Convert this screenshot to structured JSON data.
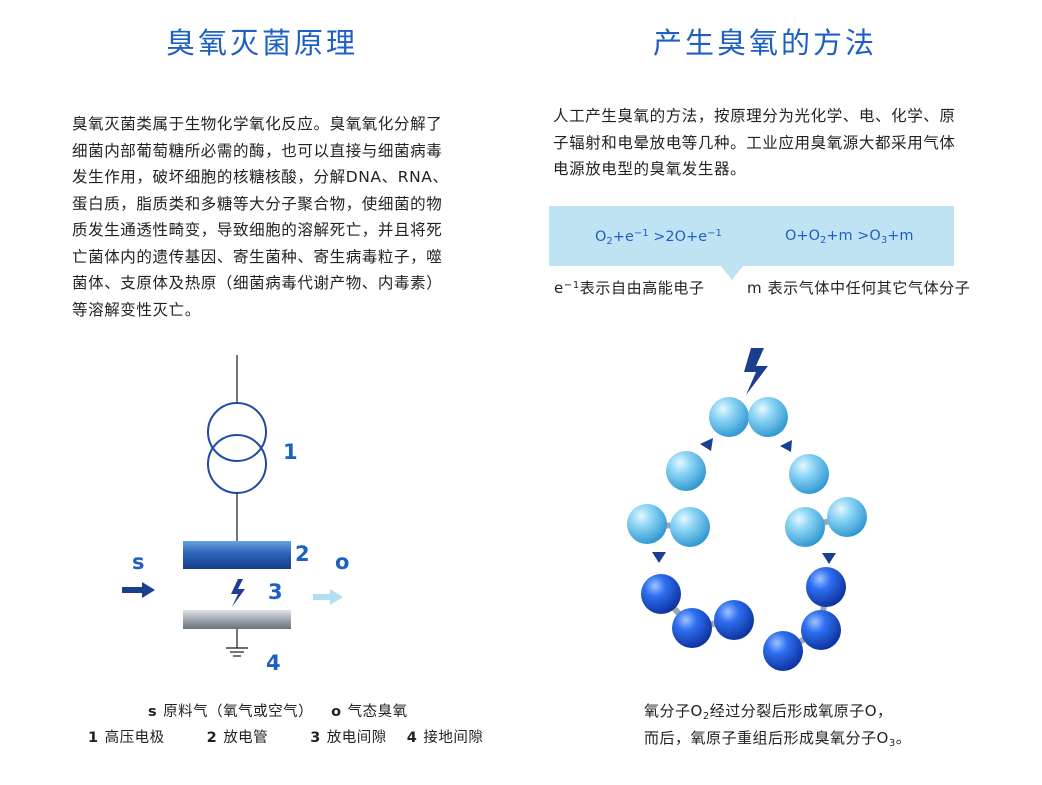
{
  "left": {
    "title": "臭氧灭菌原理",
    "paragraph": [
      "臭氧灭菌类属于生物化学氧化反应。臭氧氧化分解了",
      "细菌内部葡萄糖所必需的酶，也可以直接与细菌病毒",
      "发生作用，破坏细胞的核糖核酸，分解DNA、RNA、",
      "蛋白质，脂质类和多糖等大分子聚合物，使细菌的物",
      "质发生通透性畸变，导致细胞的溶解死亡，并且将死",
      "亡菌体内的遗传基因、寄生菌种、寄生病毒粒子，噬",
      "菌体、支原体及热原（细菌病毒代谢产物、内毒素）",
      "等溶解变性灭亡。"
    ],
    "diagram": {
      "label_s": "s",
      "label_o": "o",
      "label_1": "1",
      "label_2": "2",
      "label_3": "3",
      "label_4": "4"
    },
    "legend": {
      "row1": [
        {
          "key": "s",
          "text": "原料气（氧气或空气）"
        },
        {
          "key": "o",
          "text": "气态臭氧"
        }
      ],
      "row2": [
        {
          "key": "1",
          "text": "高压电极"
        },
        {
          "key": "2",
          "text": "放电管"
        },
        {
          "key": "3",
          "text": "放电间隙"
        },
        {
          "key": "4",
          "text": "接地间隙"
        }
      ]
    }
  },
  "right": {
    "title": "产生臭氧的方法",
    "paragraph": [
      "人工产生臭氧的方法，按原理分为光化学、电、化学、原",
      "子辐射和电晕放电等几种。工业应用臭氧源大都采用气体",
      "电源放电型的臭氧发生器。"
    ],
    "formula1": {
      "a": "O",
      "a_sub": "2",
      "b": "+e",
      "b_sup": "−1",
      "c": " >2O+e",
      "c_sup": "−1"
    },
    "formula2": {
      "a": "O+O",
      "a_sub": "2",
      "b": "+m >O",
      "b_sub": "3",
      "c": "+m"
    },
    "note1": {
      "pre": "e",
      "sup": "−1",
      "post": "表示自由高能电子"
    },
    "note2": "m 表示气体中任何其它气体分子",
    "caption1": {
      "a": "氧分子O",
      "sub": "2",
      "b": "经过分裂后形成氧原子O，"
    },
    "caption2": {
      "a": "而后，氧原子重组后形成臭氧分子O",
      "sub": "3",
      "b": "。"
    }
  },
  "colors": {
    "title": "#1e5fc4",
    "light_atom": "#5cc0ea",
    "dark_atom": "#1d56d8",
    "formula_box": "#bfe3f3",
    "arrow_dark": "#1a3f8f",
    "arrow_light": "#b3ddf2"
  }
}
